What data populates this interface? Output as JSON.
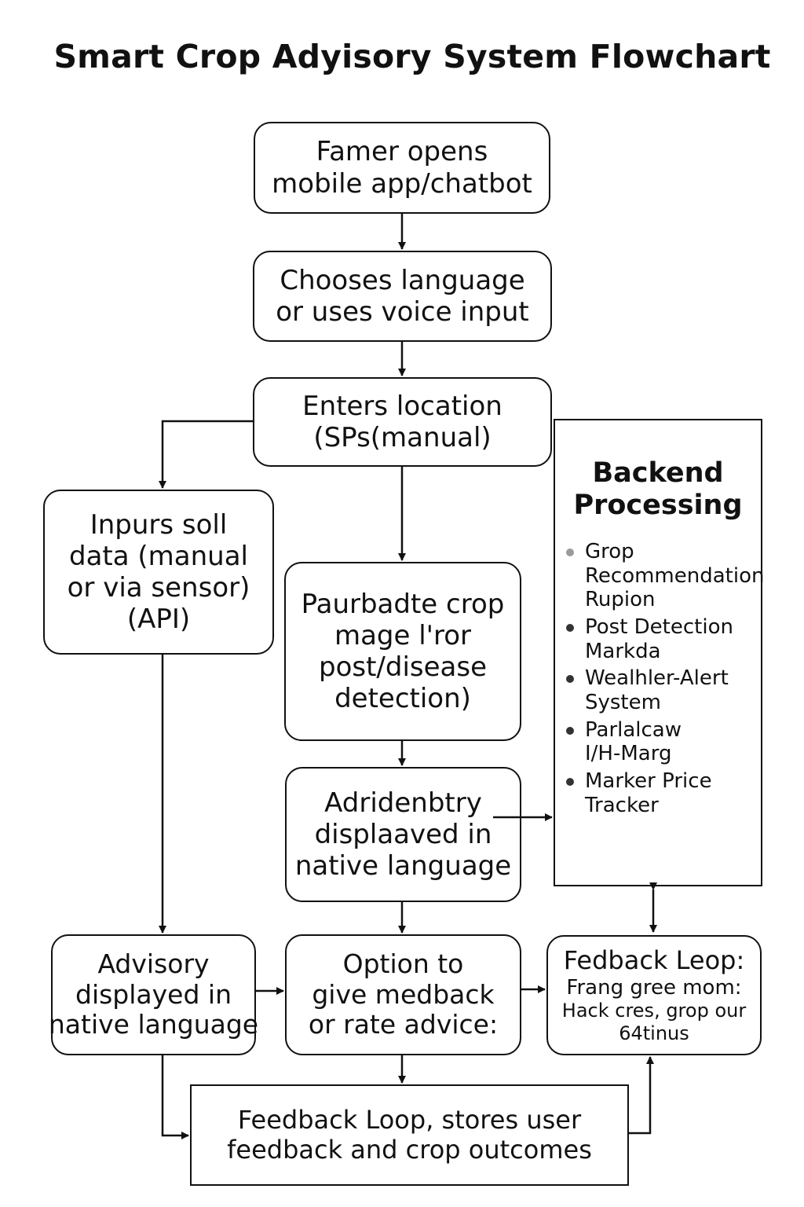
{
  "title": "Smart Crop Adyisory System Flowchart",
  "nodes": {
    "farmer_opens": [
      "Famer opens",
      "mobile app/chatbot"
    ],
    "chooses_language": [
      "Chooses language",
      "or uses voice input"
    ],
    "enters_location": [
      "Enters location",
      "(SPs(manual)"
    ],
    "inputs_soil": [
      "Inpurs soll",
      "data (manual",
      "or via sensor)",
      "(API)"
    ],
    "upload_image": [
      "Paurbadte crop",
      "mage l'ror",
      "post/disease",
      "detection)"
    ],
    "advisory_center": [
      "Adridenbtry",
      "displaaved in",
      "native language"
    ],
    "advisory_left": [
      "Advisory",
      "displayed in",
      "native language"
    ],
    "option_feedback": [
      "Option to",
      "give medback",
      "or rate advice:"
    ],
    "feedback_right": [
      "Fedback Leop:",
      "Frang gree mom:",
      "Hack cres, grop our",
      "64tinus"
    ],
    "feedback_bottom": [
      "Feedback Loop, stores user",
      "feedback and crop outcomes"
    ]
  },
  "backend": {
    "title": [
      "Backend",
      "Processing"
    ],
    "items": [
      [
        "Grop",
        "Recommendation",
        "Rupion"
      ],
      [
        "Post Detection",
        "Markda"
      ],
      [
        "Wealhler-Alert",
        "System"
      ],
      [
        "Parlalcaw",
        "I/H-Marg"
      ],
      [
        "Marker Price",
        "Tracker"
      ]
    ]
  },
  "colors": {
    "stroke": "#111111",
    "background": "#ffffff"
  }
}
